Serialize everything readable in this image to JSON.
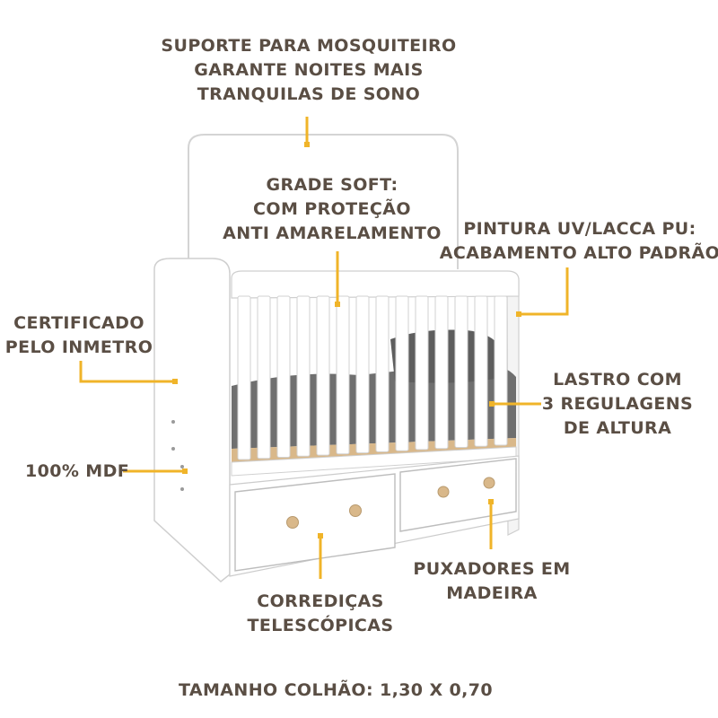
{
  "colors": {
    "text": "#5a4e44",
    "accent": "#f0b429",
    "mattress": "#6f6f6f",
    "wood": "#d9b88a",
    "crib": "#ffffff",
    "outline": "#c8c8c8"
  },
  "callouts": {
    "mosquiteiro": {
      "lines": [
        "SUPORTE PARA MOSQUITEIRO",
        "GARANTE NOITES MAIS",
        "TRANQUILAS DE SONO"
      ]
    },
    "grade": {
      "lines": [
        "GRADE SOFT:",
        "COM PROTEÇÃO",
        "ANTI AMARELAMENTO"
      ]
    },
    "pintura": {
      "lines": [
        "PINTURA UV/LACCA PU:",
        "ACABAMENTO ALTO PADRÃO"
      ]
    },
    "certificado": {
      "lines": [
        "CERTIFICADO",
        "PELO INMETRO"
      ]
    },
    "lastro": {
      "lines": [
        "LASTRO COM",
        "3 REGULAGENS",
        "DE ALTURA"
      ]
    },
    "mdf": {
      "lines": [
        "100% MDF"
      ]
    },
    "puxadores": {
      "lines": [
        "PUXADORES EM",
        "MADEIRA"
      ]
    },
    "corredicas": {
      "lines": [
        "CORREDIÇAS",
        "TELESCÓPICAS"
      ]
    }
  },
  "footer": {
    "size": "TAMANHO COLHÃO: 1,30 X 0,70"
  }
}
